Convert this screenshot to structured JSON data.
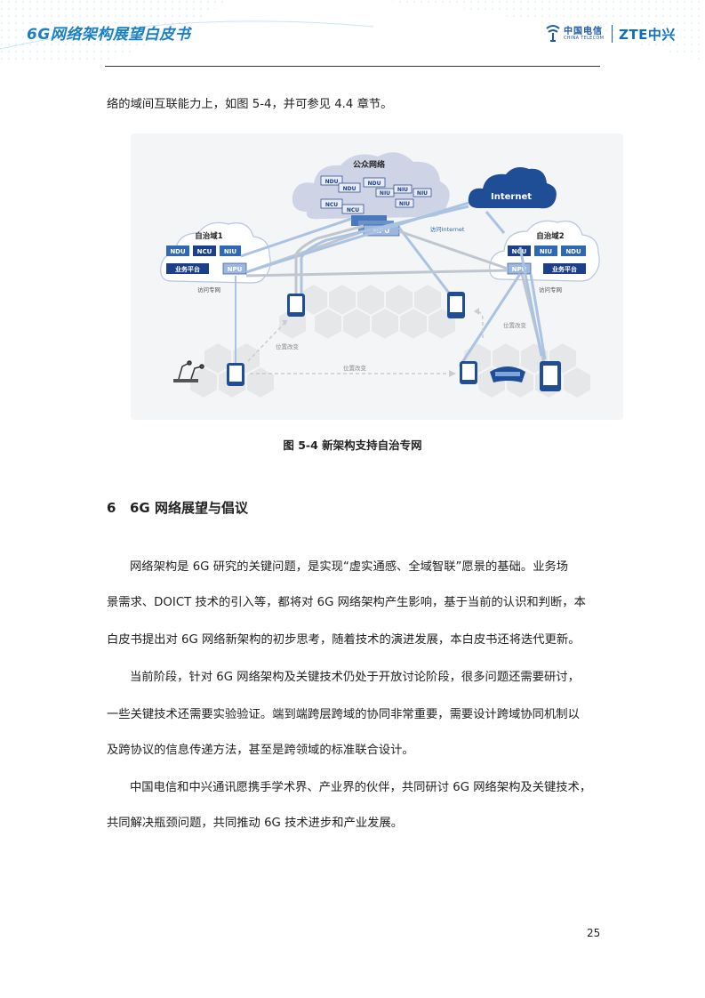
{
  "header": {
    "doc_title": "6G网络架构展望白皮书",
    "logo_ct_cn": "中国电信",
    "logo_ct_en": "CHINA TELECOM",
    "logo_zte": "ZTE中兴"
  },
  "intro_line": "络的域间互联能力上，如图 5-4，并可参见 4.4 章节。",
  "figure": {
    "public_cloud_label": "公众网络",
    "internet_label": "Internet",
    "domain1_label": "自治域1",
    "domain2_label": "自治域2",
    "ndu": "NDU",
    "ncu": "NCU",
    "niu": "NIU",
    "npu": "NPU",
    "biz_platform": "业务平台",
    "access_private": "访问专网",
    "access_internet": "访问Internet",
    "location_change": "位置改变"
  },
  "caption": "图 5-4  新架构支持自治专网",
  "section": {
    "number": "6",
    "title": "6G 网络展望与倡议"
  },
  "paragraphs": [
    [
      "网络架构是 6G 研究的关键问题，是实现“虚实通感、全域智联”愿景的基础。业务场",
      "景需求、DOICT 技术的引入等，都将对 6G 网络架构产生影响，基于当前的认识和判断，本",
      "白皮书提出对 6G 网络新架构的初步思考，随着技术的演进发展，本白皮书还将迭代更新。"
    ],
    [
      "当前阶段，针对 6G 网络架构及关键技术仍处于开放讨论阶段，很多问题还需要研讨，",
      "一些关键技术还需要实验验证。端到端跨层跨域的协同非常重要，需要设计跨域协同机制以",
      "及跨协议的信息传递方法，甚至是跨领域的标准联合设计。"
    ],
    [
      "中国电信和中兴通讯愿携手学术界、产业界的伙伴，共同研讨 6G 网络架构及关键技术，",
      "共同解决瓶颈问题，共同推动 6G 技术进步和产业发展。"
    ]
  ],
  "page_number": "25",
  "colors": {
    "accent": "#1a7fc4",
    "dark_blue": "#1c3f8c",
    "mid_blue": "#2f68b4",
    "light_blue": "#cfdbec"
  }
}
